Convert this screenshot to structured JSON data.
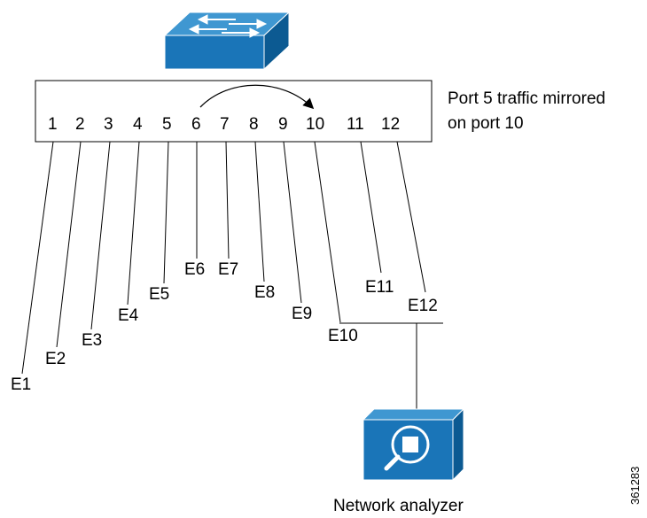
{
  "switch_panel": {
    "ports": [
      "1",
      "2",
      "3",
      "4",
      "5",
      "6",
      "7",
      "8",
      "9",
      "10",
      "11",
      "12"
    ]
  },
  "endpoints": [
    "E1",
    "E2",
    "E3",
    "E4",
    "E5",
    "E6",
    "E7",
    "E8",
    "E9",
    "E10",
    "E11",
    "E12"
  ],
  "mirror_note": {
    "line1": "Port 5 traffic mirrored",
    "line2": "on port 10"
  },
  "analyzer_label": "Network analyzer",
  "figure_id": "361283",
  "colors": {
    "device_blue": "#1a75b8",
    "device_top": "#3f97d1",
    "device_dark": "#0c5a92",
    "line": "#000000"
  },
  "icons": {
    "switch": "switch-icon",
    "analyzer": "network-analyzer-icon"
  }
}
